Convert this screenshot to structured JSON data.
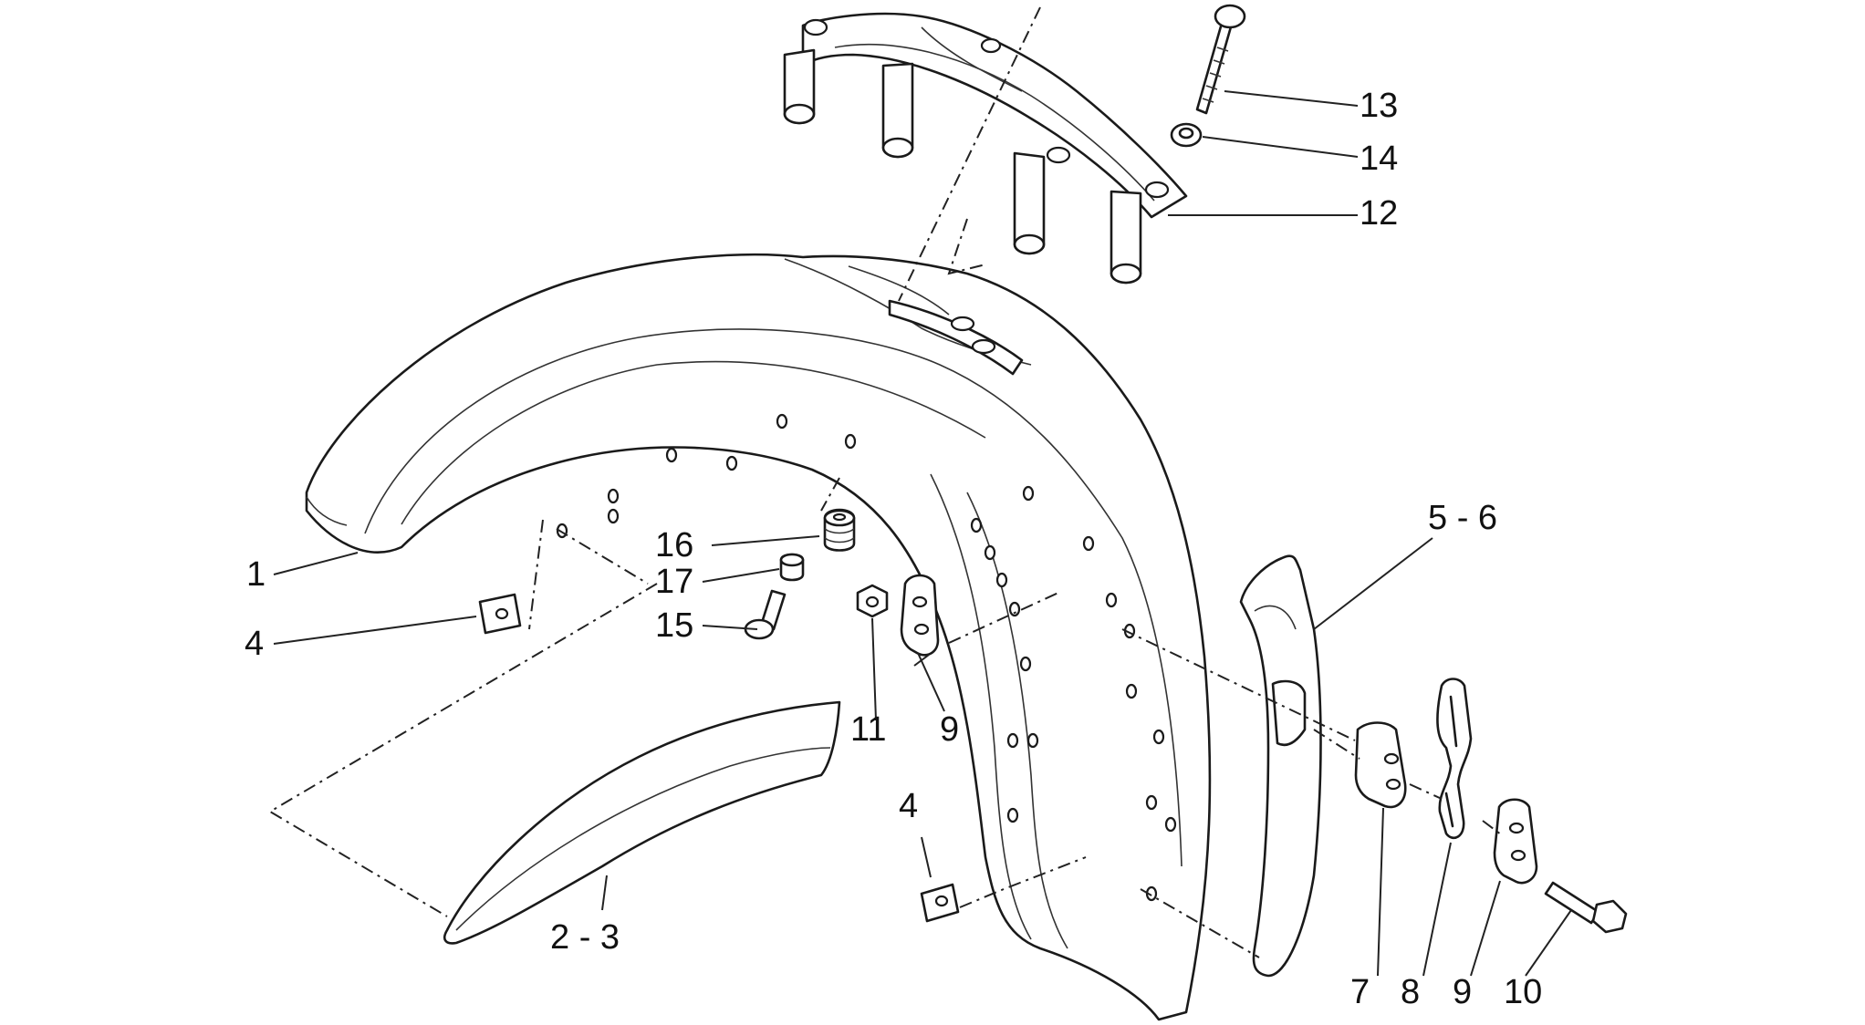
{
  "callouts": {
    "c1": "1",
    "c2_3": "2 - 3",
    "c4a": "4",
    "c4b": "4",
    "c5_6": "5 - 6",
    "c7": "7",
    "c8": "8",
    "c9a": "9",
    "c9b": "9",
    "c10": "10",
    "c11": "11",
    "c12": "12",
    "c13": "13",
    "c14": "14",
    "c15": "15",
    "c16": "16",
    "c17": "17"
  }
}
